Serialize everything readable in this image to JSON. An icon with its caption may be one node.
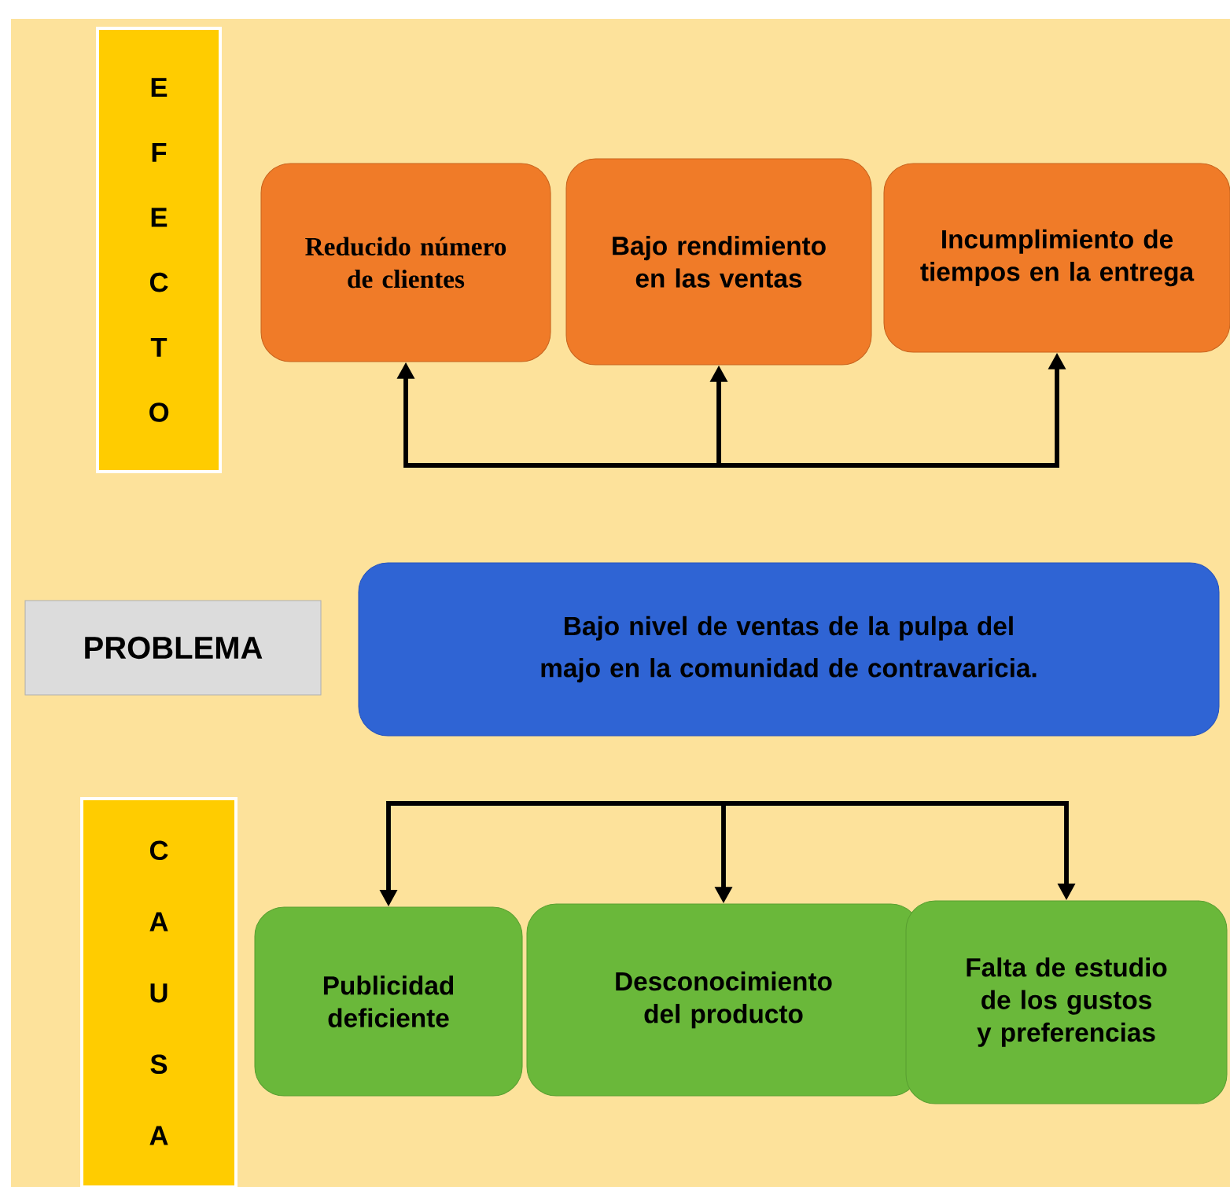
{
  "diagram": {
    "nodes": [
      {
        "text": [
          "E F E C T O"
        ]
      },
      {
        "text": [
          "Reducido número de clientes"
        ]
      },
      {
        "text": [
          "Bajo rendimiento en las ventas"
        ]
      },
      {
        "text": [
          "Incumplimiento de tiempos en la entrega"
        ]
      },
      {
        "text": [
          "PROBLEMA"
        ]
      },
      {
        "text": [
          "Bajo nivel de ventas de la pulpa del majo en  la comunidad de contravaricia."
        ]
      },
      {
        "text": [
          "C A U S A"
        ]
      },
      {
        "text": [
          "Publicidad deficiente"
        ]
      },
      {
        "text": [
          "Desconocimiento del producto"
        ]
      },
      {
        "text": [
          "Falta de estudio de los gustos y preferencias"
        ]
      }
    ],
    "edges": [
      {
        "from": null,
        "to": 1,
        "arrow": "to"
      },
      {
        "from": null,
        "to": 2,
        "arrow": "to"
      },
      {
        "from": null,
        "to": 3,
        "arrow": "to"
      },
      {
        "from": null,
        "to": 7,
        "arrow": "to"
      },
      {
        "from": null,
        "to": 8,
        "arrow": "to"
      },
      {
        "from": null,
        "to": 9,
        "arrow": "to"
      }
    ]
  }
}
